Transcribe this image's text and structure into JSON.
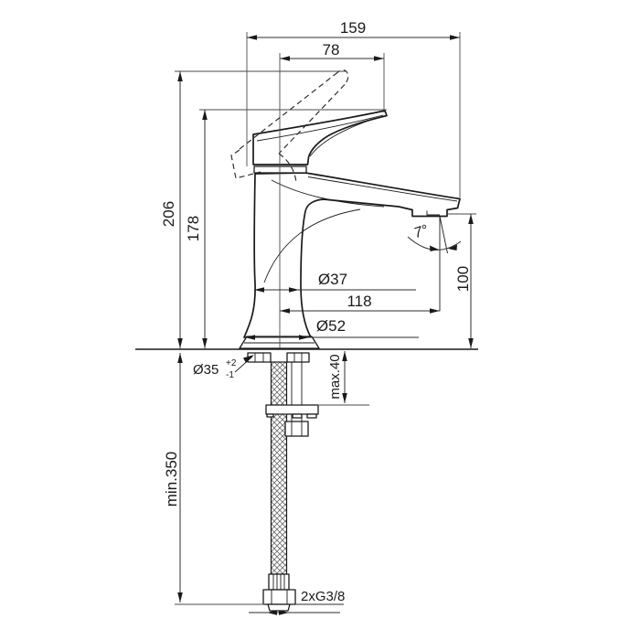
{
  "drawing": {
    "background": "#ffffff",
    "line_color": "#1a1a1a",
    "dim_color": "#2e2e2e",
    "labels": {
      "total_width": "159",
      "handle_projection": "78",
      "total_height": "206",
      "handle_height": "178",
      "body_diameter": "Ø37",
      "spout_reach": "118",
      "base_diameter": "Ø52",
      "hole_diameter": "Ø35",
      "hole_tolerance_plus": "+2",
      "hole_tolerance_minus": "-1",
      "max_deck_thickness": "max.40",
      "min_hose_length": "min.350",
      "spout_height": "100",
      "spout_angle": "7°",
      "hose_connection": "2xG3/8"
    }
  }
}
